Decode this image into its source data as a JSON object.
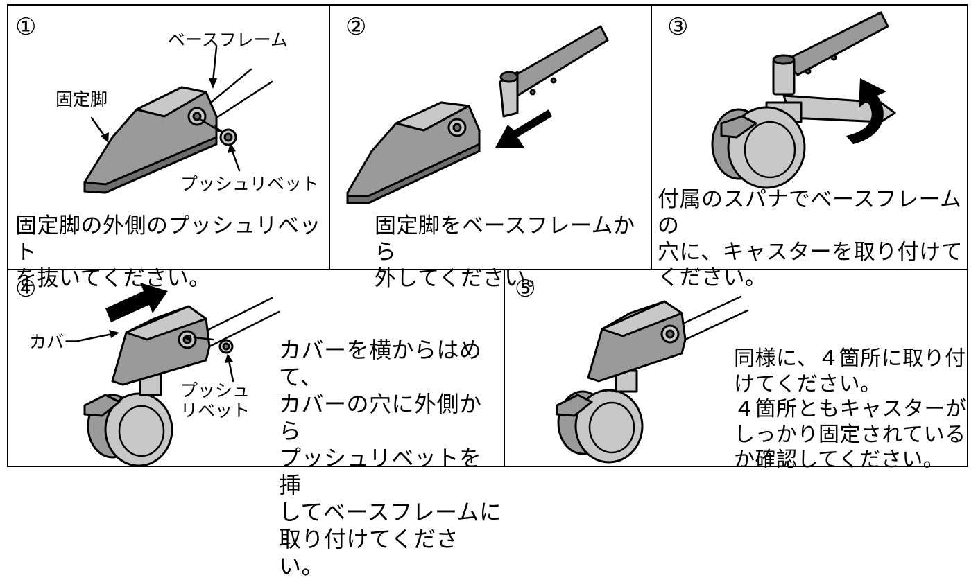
{
  "steps": [
    {
      "number": "①",
      "caption": "固定脚の外側のプッシュリベット\nを抜いてください。",
      "labels": {
        "base_frame": "ベースフレーム",
        "fixed_leg": "固定脚",
        "push_rivet": "プッシュリベット"
      }
    },
    {
      "number": "②",
      "caption": "固定脚をベースフレームから\n外してください。"
    },
    {
      "number": "③",
      "caption": "付属のスパナでベースフレームの\n穴に、キャスターを取り付けて\nください。"
    },
    {
      "number": "④",
      "caption": "カバーを横からはめて、\nカバーの穴に外側から\nプッシュリベットを挿\nしてベースフレームに\n取り付けてください。",
      "labels": {
        "cover": "カバー",
        "push_rivet": "プッシュ\nリベット"
      }
    },
    {
      "number": "⑤",
      "caption": "同様に、４箇所に取り付\nけてください。\n４箇所ともキャスターが\nしっかり固定されている\nか確認してください。"
    }
  ]
}
